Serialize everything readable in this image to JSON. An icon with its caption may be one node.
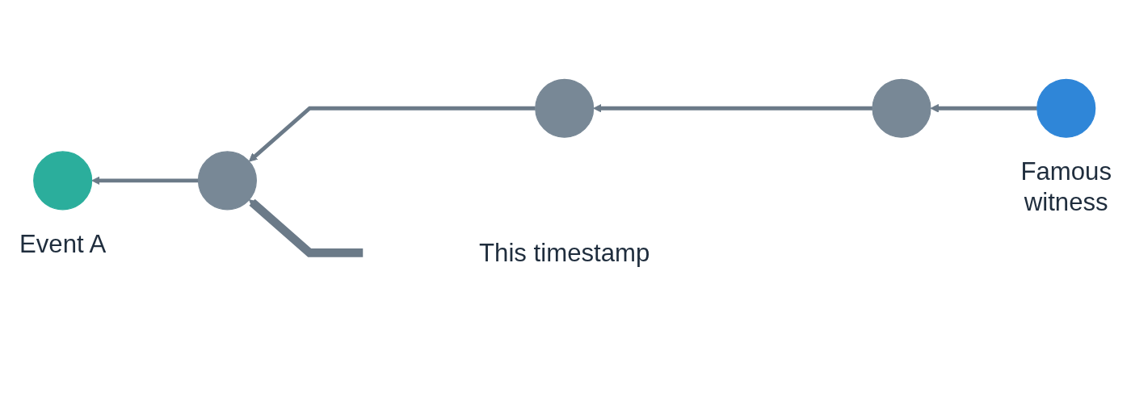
{
  "diagram": {
    "nodes": [
      {
        "text": [
          "This timestamp"
        ]
      },
      {
        "text": [],
        "shape": "circle",
        "beside": [
          "Event A"
        ]
      },
      {
        "text": [],
        "shape": "circle"
      },
      {
        "text": [],
        "shape": "circle"
      },
      {
        "text": [],
        "shape": "circle"
      },
      {
        "text": [],
        "shape": "circle",
        "beside": [
          "Famous witness"
        ]
      }
    ],
    "edges": [
      {
        "from": 2,
        "to": 1,
        "arrow": "to"
      },
      {
        "from": 3,
        "to": 2,
        "arrow": "to"
      },
      {
        "from": 4,
        "to": 3,
        "arrow": "to"
      },
      {
        "from": 5,
        "to": 4,
        "arrow": "to"
      },
      {
        "from": 0,
        "to": 2,
        "arrow": "to",
        "style": "thick"
      }
    ]
  }
}
